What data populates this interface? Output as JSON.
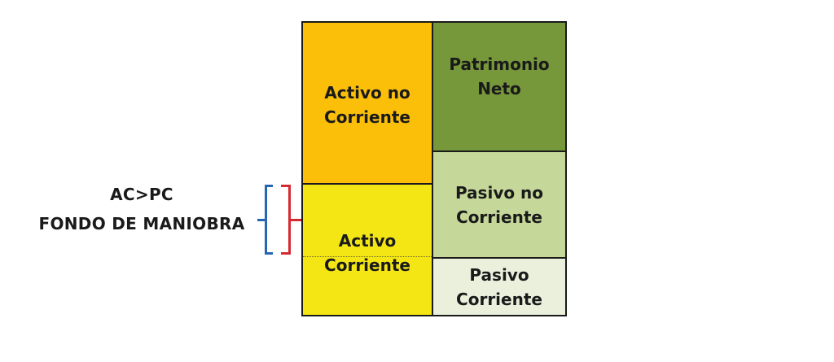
{
  "left_labels": {
    "line1": "AC>PC",
    "line2": "FONDO DE MANIOBRA"
  },
  "balance": {
    "activo_no_corriente": "Activo no\nCorriente",
    "activo_corriente": "Activo\nCorriente",
    "patrimonio_neto": "Patrimonio\nNeto",
    "pasivo_no_corriente": "Pasivo no\nCorriente",
    "pasivo_corriente": "Pasivo\nCorriente"
  },
  "colors": {
    "activo_no_corriente": "#fbbf0a",
    "activo_corriente": "#f3e614",
    "patrimonio_neto": "#76973a",
    "pasivo_no_corriente": "#c5d89a",
    "pasivo_corriente": "#eaf0dc",
    "bracket_blue": "#2766b3",
    "bracket_red": "#d62a33"
  }
}
